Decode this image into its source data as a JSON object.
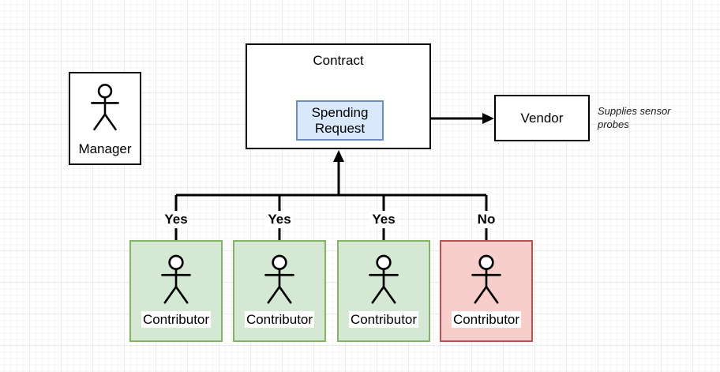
{
  "diagram": {
    "manager": {
      "label": "Manager"
    },
    "contract": {
      "title": "Contract",
      "spending_request_label": "Spending Request"
    },
    "vendor": {
      "label": "Vendor"
    },
    "vendor_note": "Supplies sensor probes",
    "branches": [
      {
        "decision": "Yes",
        "label": "Contributor",
        "status": "approved"
      },
      {
        "decision": "Yes",
        "label": "Contributor",
        "status": "approved"
      },
      {
        "decision": "Yes",
        "label": "Contributor",
        "status": "approved"
      },
      {
        "decision": "No",
        "label": "Contributor",
        "status": "rejected"
      }
    ],
    "colors": {
      "line-color": "#000000",
      "request-fill": "#dae8fc",
      "request-stroke": "#6c8ebf",
      "approved-fill": "#d5e8d4",
      "approved-stroke": "#82b366",
      "rejected-fill": "#f8cecc",
      "rejected-stroke": "#b85450"
    }
  }
}
